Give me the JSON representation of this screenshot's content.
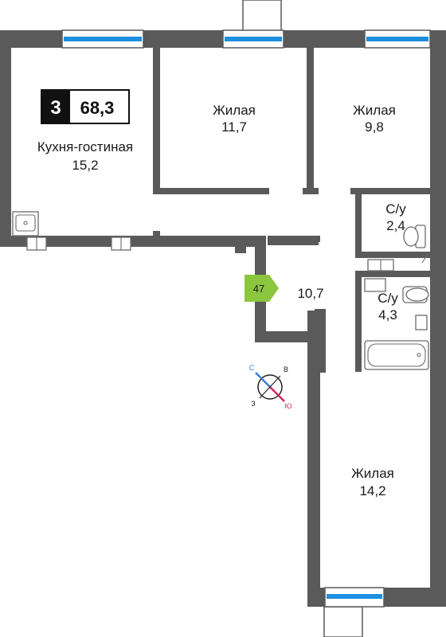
{
  "apartment": {
    "rooms_count": "3",
    "total_area": "68,3"
  },
  "rooms": {
    "kitchen": {
      "name": "Кухня-гостиная",
      "area": "15,2"
    },
    "living_1": {
      "name": "Жилая",
      "area": "11,7"
    },
    "living_2": {
      "name": "Жилая",
      "area": "9,8"
    },
    "bathroom_small": {
      "name": "С/у",
      "area": "2,4"
    },
    "bathroom_large": {
      "name": "С/у",
      "area": "4,3"
    },
    "hallway": {
      "area": "10,7"
    },
    "living_3": {
      "name": "Жилая",
      "area": "14,2"
    }
  },
  "entrance_tag": {
    "label": "47"
  },
  "compass": {
    "north": "С",
    "east": "В",
    "south": "Ю",
    "west": "З"
  },
  "colors": {
    "wall": "#5a5a5a",
    "window_glass": "#1e8fe0",
    "entrance_tag": "#8cc63f",
    "badge_dark": "#111111",
    "compass_north": "#3a7bd5",
    "compass_south": "#d6245c"
  }
}
